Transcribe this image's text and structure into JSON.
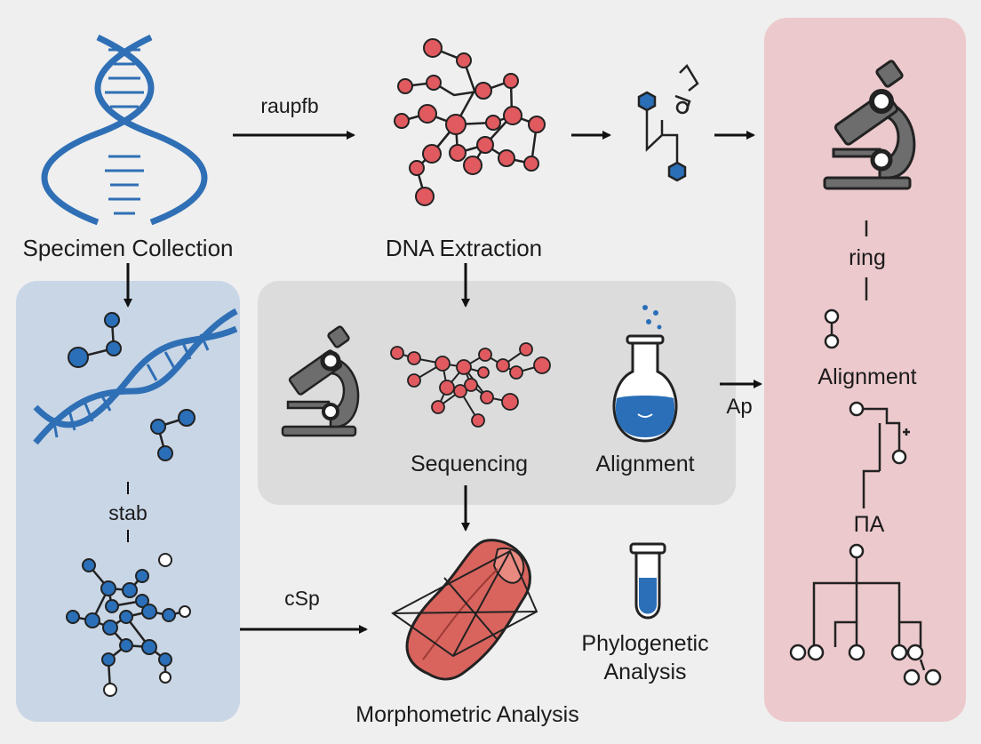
{
  "colors": {
    "background": "#efefef",
    "blue_panel": "#c9d6e6",
    "gray_panel": "#dcdcdc",
    "pink_panel": "#ecc9cc",
    "node_red": "#e05a5f",
    "node_blue": "#2a6fb8",
    "dna_blue": "#2f6fb5",
    "microscope_gray": "#6d6d6d",
    "tissue_red": "#d9645e",
    "ink": "#1b1b1b"
  },
  "icons": [
    "dna-helix-icon",
    "molecule-network-icon",
    "molecule-fragment-icon",
    "microscope-icon",
    "flask-icon",
    "test-tube-icon",
    "tissue-specimen-icon",
    "phylogenetic-tree-icon"
  ],
  "labels": {
    "specimen_collection": "Specimen Collection",
    "dna_extraction": "DNA Extraction",
    "sequencing": "Sequencing",
    "alignment_center": "Alignment",
    "phylogenetic_line1": "Phylogenetic",
    "phylogenetic_line2": "Analysis",
    "morphometric": "Morphometric Analysis",
    "ring": "ring",
    "alignment_right": "Alignment",
    "pi_a": "ΠA",
    "stab": "stab",
    "raupfb": "raupfb",
    "csp": "cSp",
    "ap": "Ap"
  }
}
